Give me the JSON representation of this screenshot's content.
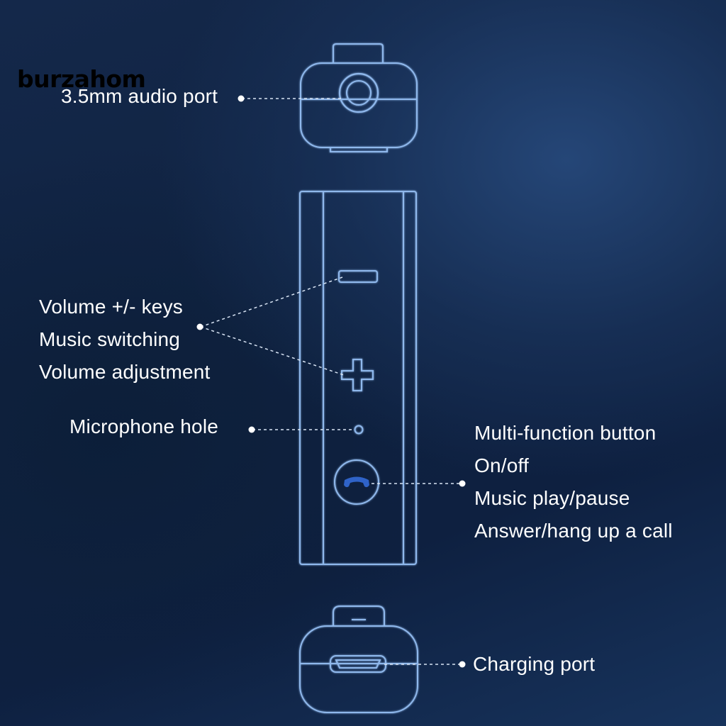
{
  "watermark": {
    "text": "burzahom"
  },
  "callouts": {
    "audio_port": {
      "label": "3.5mm audio port"
    },
    "volume_keys": {
      "lines": [
        "Volume +/- keys",
        "Music switching",
        "Volume adjustment"
      ]
    },
    "microphone": {
      "label": "Microphone hole"
    },
    "multi_function": {
      "lines": [
        "Multi-function button",
        "On/off",
        "Music play/pause",
        "Answer/hang up a call"
      ]
    },
    "charging_port": {
      "label": "Charging port"
    }
  },
  "colors": {
    "outline": "#8fb8ec",
    "leader": "#d8e4f4",
    "dot": "#ffffff",
    "button_glyph": "#2f63c8"
  }
}
